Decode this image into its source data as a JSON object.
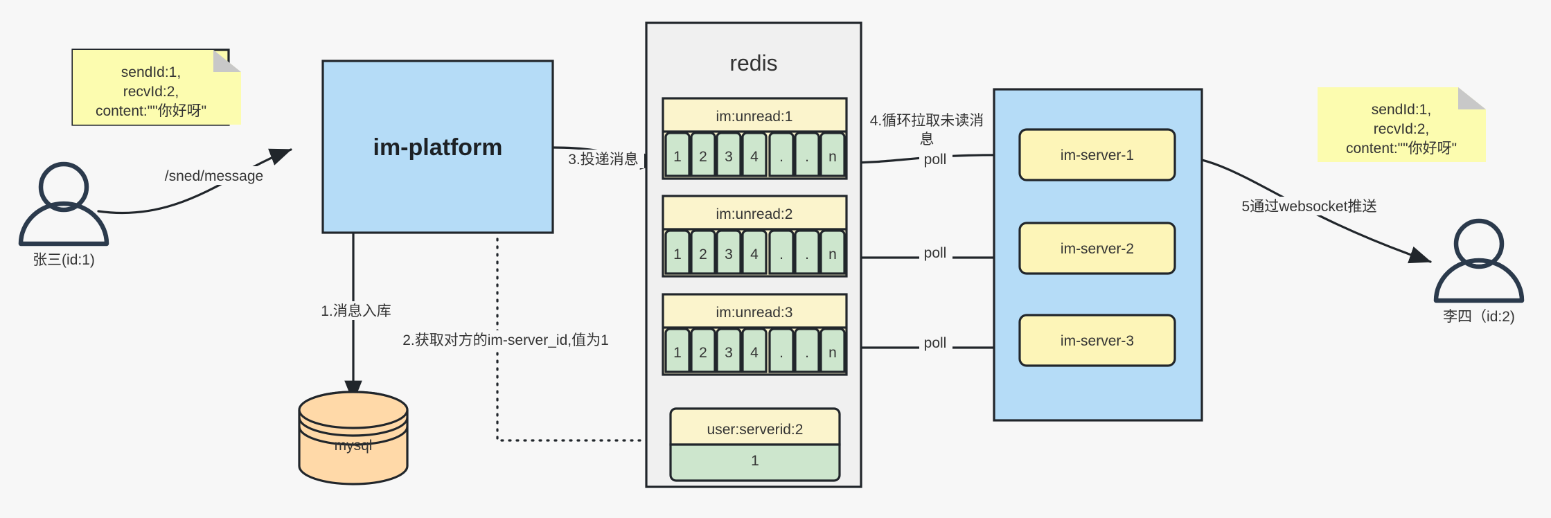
{
  "diagram": {
    "title": "IM message delivery architecture",
    "background": "#f7f7f7",
    "colors": {
      "note_yellow": "#fcfcaf",
      "note_fold": "#c8c8c8",
      "platform_blue": "#b5dcf7",
      "server_group_blue": "#b5dcf7",
      "server_yellow": "#fdf5b8",
      "redis_panel": "#f0f0f0",
      "key_header_yellow": "#fbf4cc",
      "cell_green": "#cde6cd",
      "db_orange": "#ffd9a8",
      "stroke_dark": "#21262b",
      "actor_stroke": "#2b3a4c",
      "text": "#333333"
    }
  },
  "notes": {
    "left": {
      "name": "message-payload-note-left",
      "lines": [
        "sendId:1,",
        "recvId:2,",
        "content:\"\"你好呀\""
      ]
    },
    "right": {
      "name": "message-payload-note-right",
      "lines": [
        "sendId:1,",
        "recvId:2,",
        "content:\"\"你好呀\""
      ]
    }
  },
  "actors": {
    "sender": {
      "label": "张三(id:1)"
    },
    "receiver": {
      "label": "李四（id:2)"
    }
  },
  "nodes": {
    "platform": {
      "label": "im-platform"
    },
    "database": {
      "label": "mysql"
    },
    "redis": {
      "title": "redis"
    }
  },
  "redis_keys": [
    {
      "key": "im:unread:1",
      "cells": [
        "1",
        "2",
        "3",
        "4",
        ".",
        ".",
        "n"
      ]
    },
    {
      "key": "im:unread:2",
      "cells": [
        "1",
        "2",
        "3",
        "4",
        ".",
        ".",
        "n"
      ]
    },
    {
      "key": "im:unread:3",
      "cells": [
        "1",
        "2",
        "3",
        "4",
        ".",
        ".",
        "n"
      ]
    }
  ],
  "redis_value_entry": {
    "key": "user:serverid:2",
    "value": "1"
  },
  "servers": [
    {
      "label": "im-server-1"
    },
    {
      "label": "im-server-2"
    },
    {
      "label": "im-server-3"
    }
  ],
  "edge_labels": {
    "send_message": "/sned/message",
    "step1": "1.消息入库",
    "step2": "2.获取对方的im-server_id,值为1",
    "step3": "3.投递消息",
    "step4": "4.循环拉取未读消息",
    "step5": "5通过websocket推送",
    "poll1": "poll",
    "poll2": "poll",
    "poll3": "poll"
  }
}
